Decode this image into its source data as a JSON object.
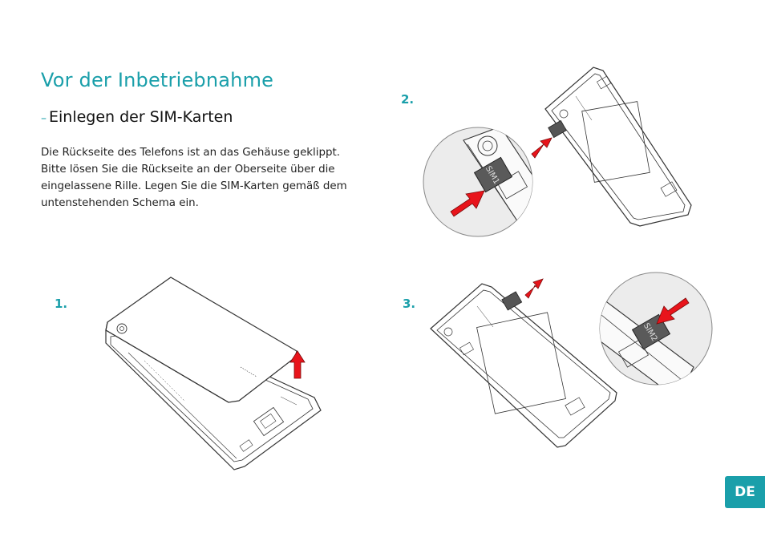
{
  "header": {
    "title": "Vor der Inbetriebnahme",
    "section_title": "Einlegen der SIM-Karten",
    "section_prefix": "–"
  },
  "intro_text": "Die Rückseite des Telefons ist an das Gehäuse geklippt. Bitte lösen Sie die Rückseite an der Oberseite über die eingelassene Rille. Legen Sie die SIM-Karten gemäß dem untenstehenden Schema ein.",
  "steps": [
    {
      "number": "1."
    },
    {
      "number": "2."
    },
    {
      "number": "3."
    }
  ],
  "cards": {
    "sim1": "SIM1",
    "sim2": "SIM2"
  },
  "language_badge": "DE",
  "colors": {
    "accent": "#1a9faa",
    "arrow": "#e8141b",
    "line": "#333333"
  },
  "icons": [
    "red-arrow-icon"
  ]
}
